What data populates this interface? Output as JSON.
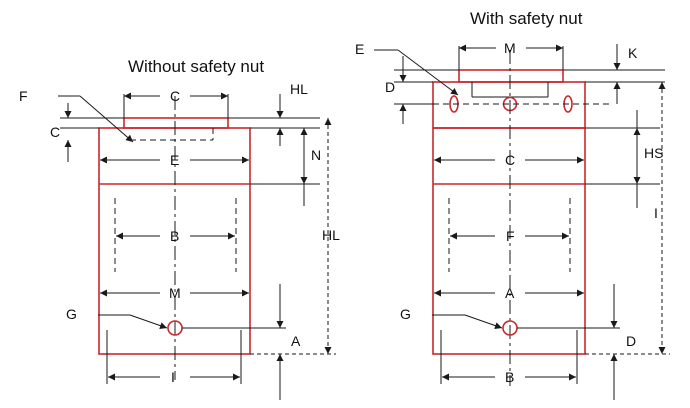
{
  "left": {
    "title": "Without safety nut",
    "labels": {
      "top_width": "C",
      "hl_top": "HL",
      "pointer": "F",
      "side_offset": "C",
      "n": "N",
      "width_e": "E",
      "hl_side": "HL",
      "width_b": "B",
      "width_m": "M",
      "g": "G",
      "a": "A",
      "bottom_i": "I"
    }
  },
  "right": {
    "title": "With safety nut",
    "labels": {
      "top_width": "M",
      "k": "K",
      "pointer": "E",
      "d_top": "D",
      "hs": "HS",
      "width_c": "C",
      "i": "I",
      "width_f": "F",
      "width_a": "A",
      "g": "G",
      "d_bottom": "D",
      "bottom_b": "B"
    }
  },
  "colors": {
    "outline": "#c8282d",
    "lines": "#1a1a1a",
    "background": "#ffffff"
  }
}
